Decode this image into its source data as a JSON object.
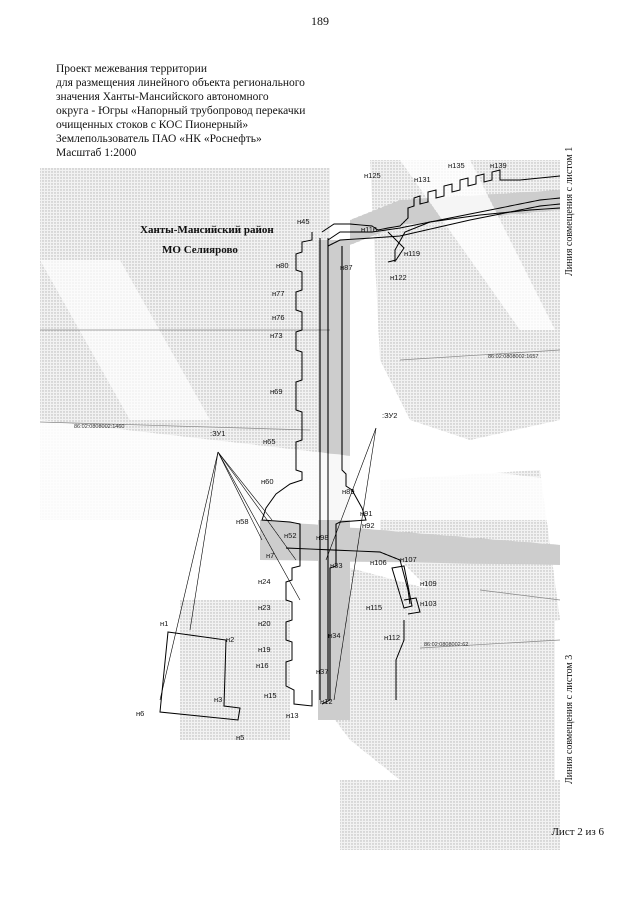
{
  "page_number": "189",
  "title_lines": [
    "Проект межевания территории",
    "для размещения линейного объекта регионального",
    "значения Ханты-Мансийского автономного",
    "округа - Югры «Напорный трубопровод перекачки",
    "очищенных стоков с КОС Пионерный»",
    "Землепользователь ПАО «НК «Роснефть»",
    "Масштаб 1:2000"
  ],
  "region": {
    "district": "Ханты-Мансийский район",
    "municipality": "МО Селиярово"
  },
  "match_lines": {
    "sheet1": "Линия совмещения с листом 1",
    "sheet3": "Линия совмещения с листом 3"
  },
  "sheet_label": "Лист 2 из 6",
  "parcels": [
    ":ЗУ1",
    ":ЗУ2"
  ],
  "cadastral_numbers": [
    "86:02:0808002:1657",
    "86:02:0808002:1460",
    "86:02:0808002:62"
  ],
  "point_labels": {
    "n1": "н1",
    "n2": "н2",
    "n3": "н3",
    "n5": "н5",
    "n6": "н6",
    "n7": "н7",
    "n12": "н12",
    "n13": "н13",
    "n15": "н15",
    "n16": "н16",
    "n19": "н19",
    "n20": "н20",
    "n23": "н23",
    "n24": "н24",
    "n33": "н33",
    "n34": "н34",
    "n37": "н37",
    "n45": "н45",
    "n52": "н52",
    "n58": "н58",
    "n60": "н60",
    "n65": "н65",
    "n69": "н69",
    "n73": "н73",
    "n76": "н76",
    "n77": "н77",
    "n80": "н80",
    "n87": "н87",
    "n89": "н89",
    "n91": "н91",
    "n92": "н92",
    "n98": "н98",
    "n103": "н103",
    "n106": "н106",
    "n107": "н107",
    "n109": "н109",
    "n112": "н112",
    "n115": "н115",
    "n116": "н116",
    "n119": "н119",
    "n122": "н122",
    "n125": "н125",
    "n131": "н131",
    "n135": "н135",
    "n139": "н139"
  }
}
